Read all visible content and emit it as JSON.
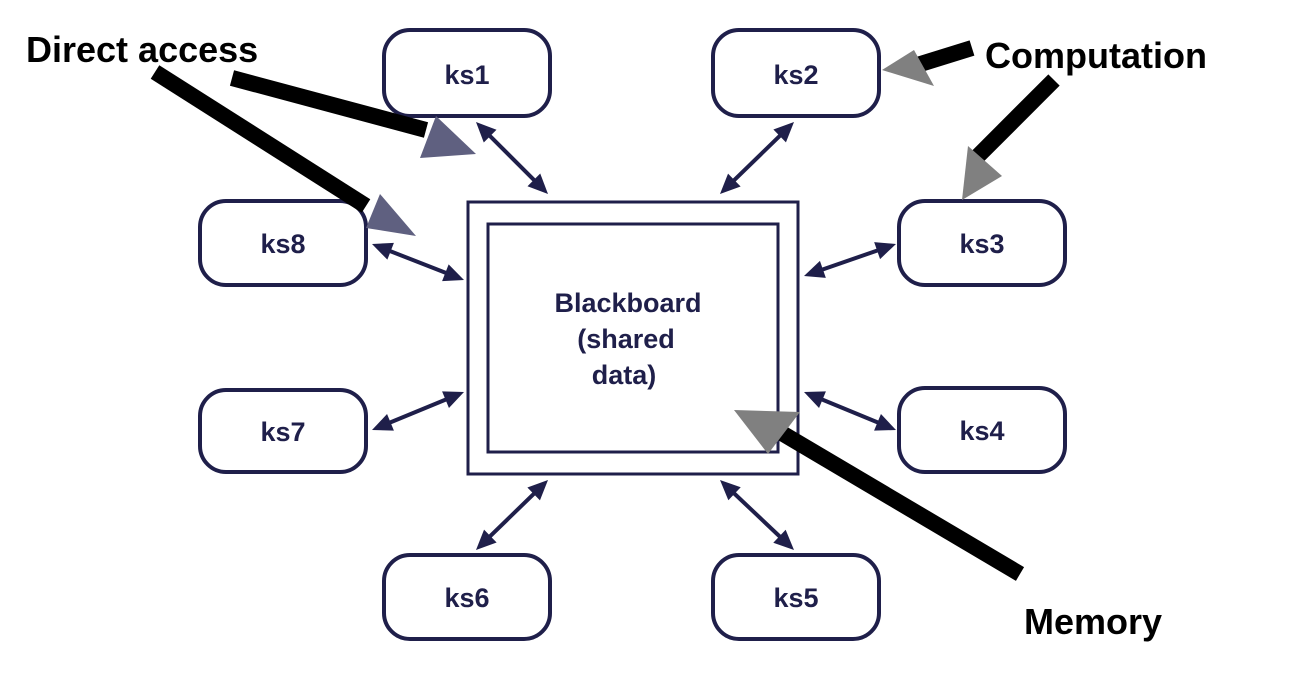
{
  "diagram": {
    "blackboard": {
      "lines": [
        "Blackboard",
        "(shared",
        "data)"
      ]
    },
    "knowledge_sources": [
      {
        "id": "ks1",
        "label": "ks1"
      },
      {
        "id": "ks2",
        "label": "ks2"
      },
      {
        "id": "ks3",
        "label": "ks3"
      },
      {
        "id": "ks4",
        "label": "ks4"
      },
      {
        "id": "ks5",
        "label": "ks5"
      },
      {
        "id": "ks6",
        "label": "ks6"
      },
      {
        "id": "ks7",
        "label": "ks7"
      },
      {
        "id": "ks8",
        "label": "ks8"
      }
    ],
    "annotations": {
      "direct_access": "Direct access",
      "computation": "Computation",
      "memory": "Memory"
    },
    "colors": {
      "box_stroke": "#1f1f4a",
      "connector": "#1f1f4a",
      "annotation_bar": "#000000",
      "direct_access_head": "#5f6080",
      "computation_head": "#808080",
      "memory_head": "#808080"
    }
  }
}
